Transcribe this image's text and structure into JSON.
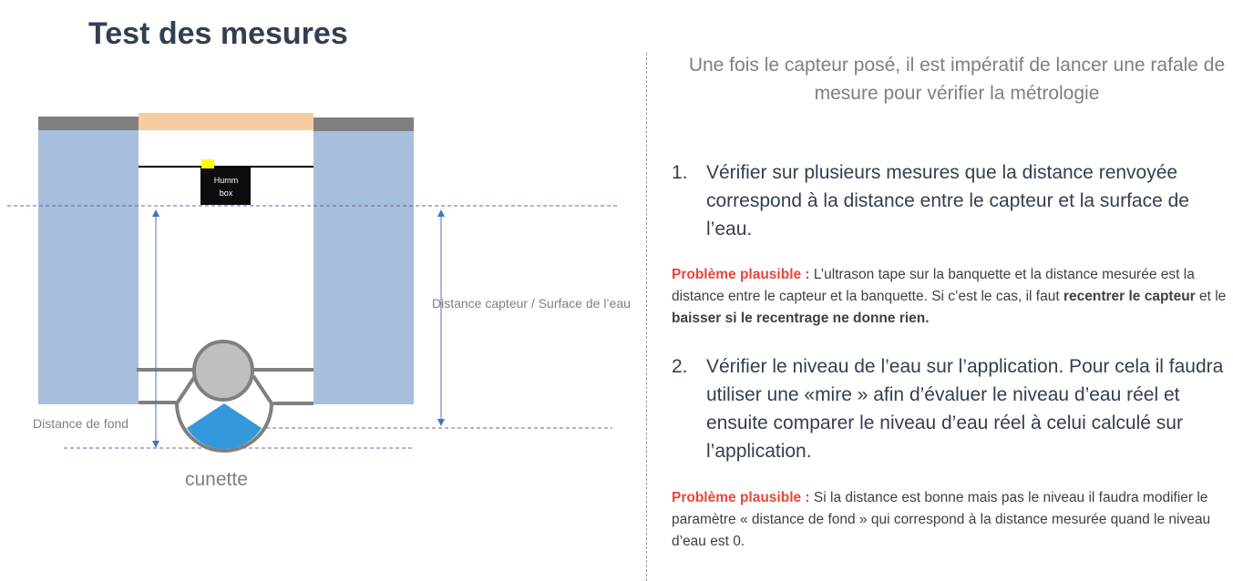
{
  "title": "Test des mesures",
  "intro": "Une fois le capteur posé, il est impératif de lancer une rafale de mesure pour vérifier la métrologie",
  "items": [
    {
      "num": "1.",
      "text": "Vérifier sur plusieurs mesures que la distance renvoyée correspond à la distance entre le capteur et la surface de l’eau."
    },
    {
      "num": "2.",
      "text": "Vérifier le niveau de l’eau sur l’application. Pour cela il faudra utiliser une «mire » afin d’évaluer le niveau d’eau réel et ensuite comparer le niveau d’eau réel à celui calculé sur l’application."
    }
  ],
  "problems": [
    {
      "label": "Problème plausible :",
      "t1": " L’ultrason tape sur la banquette et la distance mesurée est la distance entre le capteur et la banquette. Si c’est le cas, il faut ",
      "b1": "recentrer le capteur",
      "t2": " et le ",
      "b2": "baisser si le recentrage ne donne rien."
    },
    {
      "label": "Problème plausible :",
      "t1": "  Si la distance est bonne mais pas le niveau il faudra modifier le paramètre « distance de fond » qui correspond à la distance mesurée quand le niveau d’eau est 0."
    }
  ],
  "diagram": {
    "sensor_line1": "Humm",
    "sensor_line2": "box",
    "label_distance_surface": "Distance capteur / Surface de l’eau",
    "label_distance_fond": "Distance de fond",
    "label_cunette": "cunette"
  }
}
